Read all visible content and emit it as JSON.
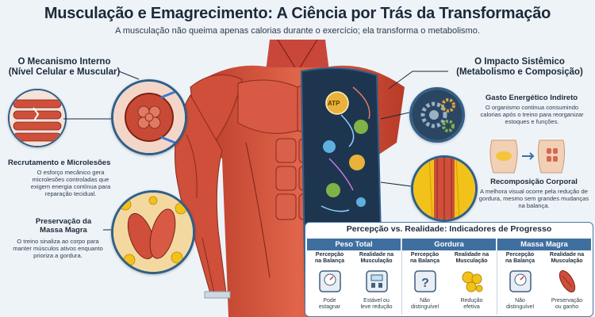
{
  "header": {
    "title": "Musculação e Emagrecimento: A Ciência por Trás da Transformação",
    "subtitle": "A musculação não queima apenas calorias durante o exercício; ela transforma o metabolismo."
  },
  "left": {
    "mechanism_title": "O Mecanismo Interno",
    "mechanism_subtitle": "(Nível Celular e Muscular)",
    "recruitment_title": "Recrutamento e Microlesões",
    "recruitment_text": "O esforço mecânico gera microlesões controladas que exigem energia contínua para reparação tecidual.",
    "preservation_title_1": "Preservação da",
    "preservation_title_2": "Massa Magra",
    "preservation_text": "O treino sinaliza ao corpo para manter músculos ativos enquanto prioriza a gordura."
  },
  "right": {
    "impact_title": "O Impacto Sistêmico",
    "impact_subtitle": "(Metabolismo e Composição)",
    "energy_title": "Gasto Energético Indireto",
    "energy_text": "O organismo continua consumindo calorias após o treino para reorganizar estoques e funções.",
    "recomp_title": "Recomposição Corporal",
    "recomp_text": "A melhora visual ocorre pela redução de gordura, mesmo sem grandes mudanças na balança.",
    "atp_label": "ATP"
  },
  "panel": {
    "title": "Percepção vs. Realidade: Indicadores de Progresso",
    "columns": [
      {
        "header": "Peso Total",
        "cells": [
          {
            "label_1": "Percepção",
            "label_2": "na Balança",
            "value_1": "Pode",
            "value_2": "estagnar",
            "icon": "scale-icon"
          },
          {
            "label_1": "Realidade na",
            "label_2": "Musculação",
            "value_1": "Estável ou",
            "value_2": "leve redução",
            "icon": "scale-icon"
          }
        ]
      },
      {
        "header": "Gordura",
        "cells": [
          {
            "label_1": "Percepção",
            "label_2": "na Balança",
            "value_1": "Não",
            "value_2": "distinguível",
            "icon": "question-scale-icon"
          },
          {
            "label_1": "Realidade na",
            "label_2": "Musculação",
            "value_1": "Redução",
            "value_2": "efetiva",
            "icon": "fat-cells-icon"
          }
        ]
      },
      {
        "header": "Massa Magra",
        "cells": [
          {
            "label_1": "Percepção",
            "label_2": "na Balança",
            "value_1": "Não",
            "value_2": "distinguível",
            "icon": "question-scale-icon"
          },
          {
            "label_1": "Realidade na",
            "label_2": "Musculação",
            "value_1": "Preservação",
            "value_2": "ou ganho",
            "icon": "muscle-icon"
          }
        ]
      }
    ]
  },
  "colors": {
    "accent": "#3f6fa0",
    "muscle": "#d9553f",
    "fat": "#f2c21b",
    "dark_panel": "#22384f"
  }
}
